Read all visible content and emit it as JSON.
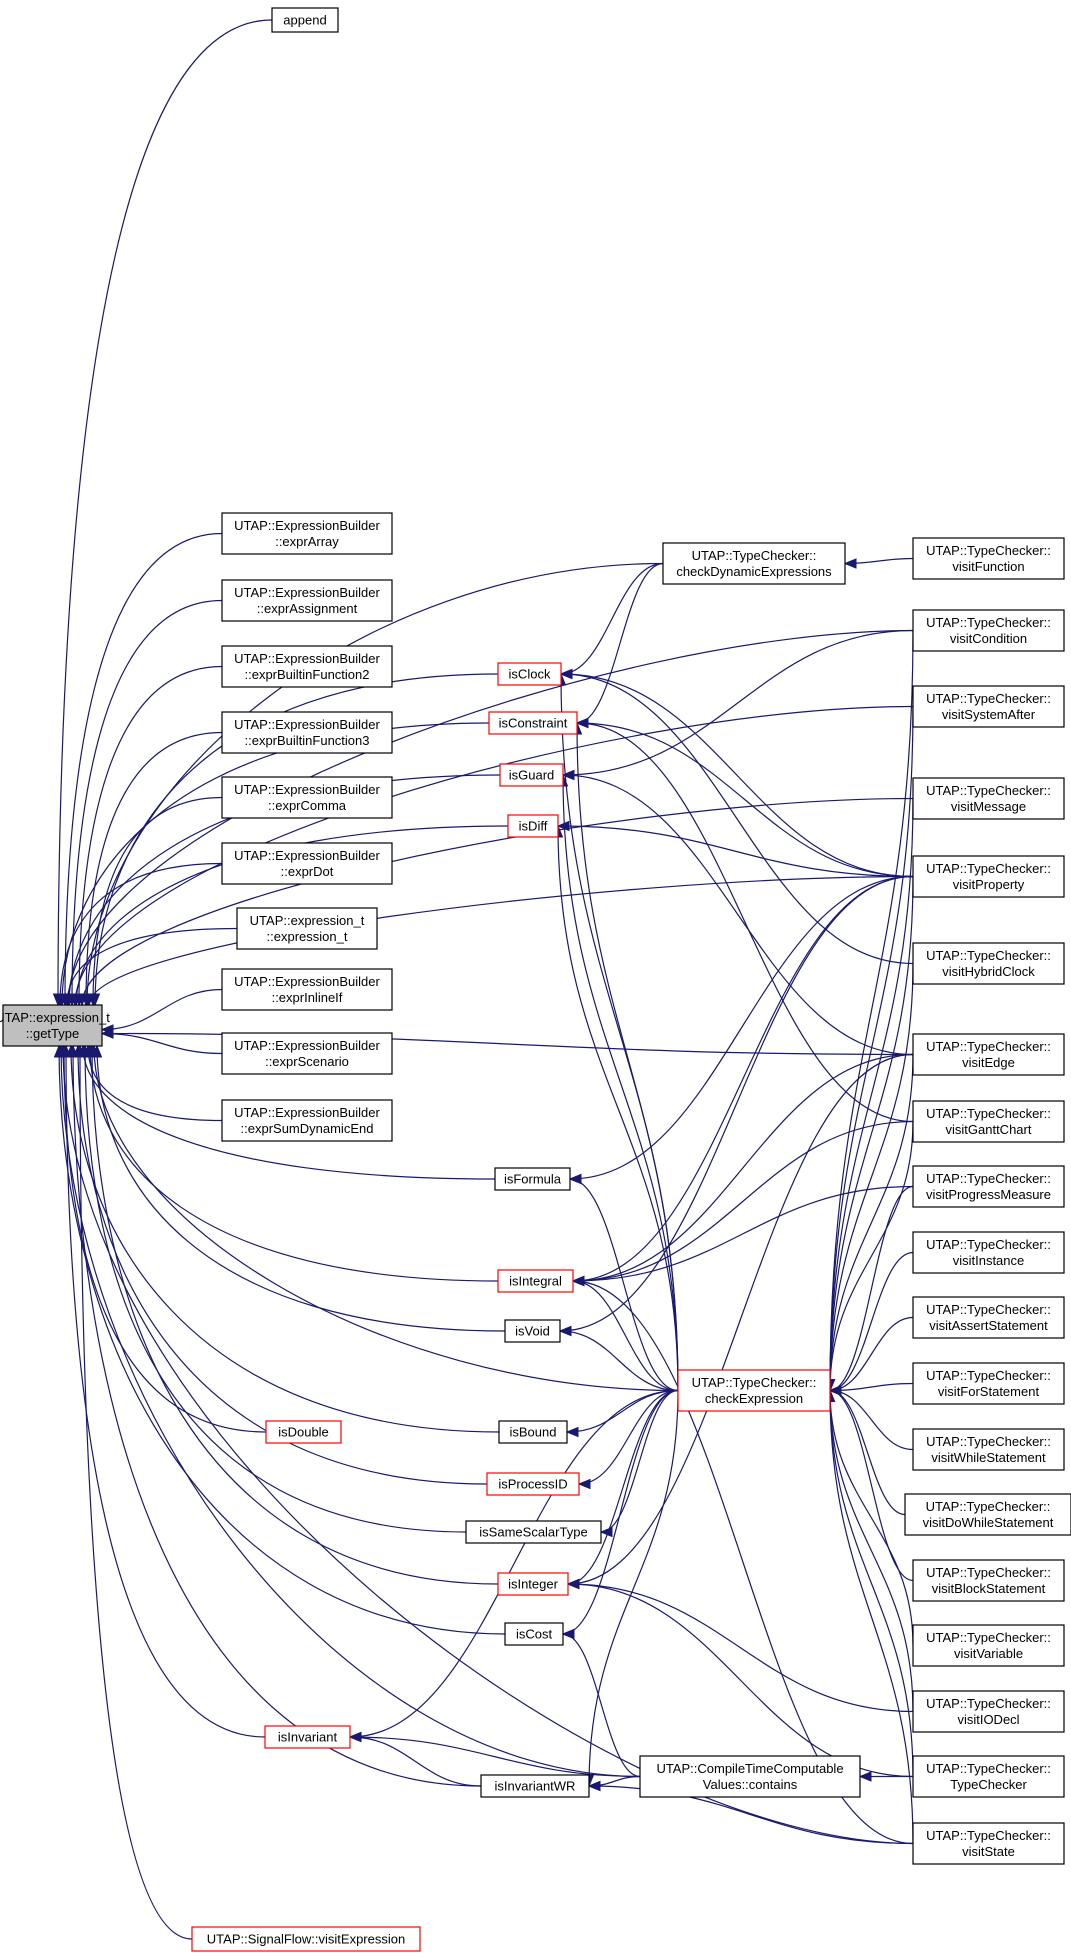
{
  "diagram": {
    "type": "call-graph",
    "root_node": "root",
    "nodes": [
      {
        "id": "root",
        "lines": [
          "UTAP::expression_t",
          "::getType"
        ],
        "style": "root"
      },
      {
        "id": "append",
        "lines": [
          "append"
        ],
        "style": "normal"
      },
      {
        "id": "exprArray",
        "lines": [
          "UTAP::ExpressionBuilder",
          "::exprArray"
        ],
        "style": "normal"
      },
      {
        "id": "exprAssignment",
        "lines": [
          "UTAP::ExpressionBuilder",
          "::exprAssignment"
        ],
        "style": "normal"
      },
      {
        "id": "exprBuiltinFunction2",
        "lines": [
          "UTAP::ExpressionBuilder",
          "::exprBuiltinFunction2"
        ],
        "style": "normal"
      },
      {
        "id": "exprBuiltinFunction3",
        "lines": [
          "UTAP::ExpressionBuilder",
          "::exprBuiltinFunction3"
        ],
        "style": "normal"
      },
      {
        "id": "exprComma",
        "lines": [
          "UTAP::ExpressionBuilder",
          "::exprComma"
        ],
        "style": "normal"
      },
      {
        "id": "exprDot",
        "lines": [
          "UTAP::ExpressionBuilder",
          "::exprDot"
        ],
        "style": "normal"
      },
      {
        "id": "expression_t",
        "lines": [
          "UTAP::expression_t",
          "::expression_t"
        ],
        "style": "normal"
      },
      {
        "id": "exprInlineIf",
        "lines": [
          "UTAP::ExpressionBuilder",
          "::exprInlineIf"
        ],
        "style": "normal"
      },
      {
        "id": "exprScenario",
        "lines": [
          "UTAP::ExpressionBuilder",
          "::exprScenario"
        ],
        "style": "normal"
      },
      {
        "id": "exprSumDynamicEnd",
        "lines": [
          "UTAP::ExpressionBuilder",
          "::exprSumDynamicEnd"
        ],
        "style": "normal"
      },
      {
        "id": "isClock",
        "lines": [
          "isClock"
        ],
        "style": "red"
      },
      {
        "id": "isConstraint",
        "lines": [
          "isConstraint"
        ],
        "style": "red"
      },
      {
        "id": "isGuard",
        "lines": [
          "isGuard"
        ],
        "style": "red"
      },
      {
        "id": "isDiff",
        "lines": [
          "isDiff"
        ],
        "style": "red"
      },
      {
        "id": "isFormula",
        "lines": [
          "isFormula"
        ],
        "style": "normal"
      },
      {
        "id": "isIntegral",
        "lines": [
          "isIntegral"
        ],
        "style": "red"
      },
      {
        "id": "isVoid",
        "lines": [
          "isVoid"
        ],
        "style": "normal"
      },
      {
        "id": "isDouble",
        "lines": [
          "isDouble"
        ],
        "style": "red"
      },
      {
        "id": "isBound",
        "lines": [
          "isBound"
        ],
        "style": "normal"
      },
      {
        "id": "isProcessID",
        "lines": [
          "isProcessID"
        ],
        "style": "red"
      },
      {
        "id": "isSameScalarType",
        "lines": [
          "isSameScalarType"
        ],
        "style": "normal"
      },
      {
        "id": "isInteger",
        "lines": [
          "isInteger"
        ],
        "style": "red"
      },
      {
        "id": "isCost",
        "lines": [
          "isCost"
        ],
        "style": "normal"
      },
      {
        "id": "isInvariant",
        "lines": [
          "isInvariant"
        ],
        "style": "red"
      },
      {
        "id": "isInvariantWR",
        "lines": [
          "isInvariantWR"
        ],
        "style": "normal"
      },
      {
        "id": "visitExpression",
        "lines": [
          "UTAP::SignalFlow::visitExpression"
        ],
        "style": "red"
      },
      {
        "id": "checkDynamicExpressions",
        "lines": [
          "UTAP::TypeChecker::",
          "checkDynamicExpressions"
        ],
        "style": "normal"
      },
      {
        "id": "checkExpression",
        "lines": [
          "UTAP::TypeChecker::",
          "checkExpression"
        ],
        "style": "red"
      },
      {
        "id": "contains",
        "lines": [
          "UTAP::CompileTimeComputable",
          "Values::contains"
        ],
        "style": "normal"
      },
      {
        "id": "visitFunction",
        "lines": [
          "UTAP::TypeChecker::",
          "visitFunction"
        ],
        "style": "normal"
      },
      {
        "id": "visitCondition",
        "lines": [
          "UTAP::TypeChecker::",
          "visitCondition"
        ],
        "style": "normal"
      },
      {
        "id": "visitSystemAfter",
        "lines": [
          "UTAP::TypeChecker::",
          "visitSystemAfter"
        ],
        "style": "normal"
      },
      {
        "id": "visitMessage",
        "lines": [
          "UTAP::TypeChecker::",
          "visitMessage"
        ],
        "style": "normal"
      },
      {
        "id": "visitProperty",
        "lines": [
          "UTAP::TypeChecker::",
          "visitProperty"
        ],
        "style": "normal"
      },
      {
        "id": "visitHybridClock",
        "lines": [
          "UTAP::TypeChecker::",
          "visitHybridClock"
        ],
        "style": "normal"
      },
      {
        "id": "visitEdge",
        "lines": [
          "UTAP::TypeChecker::",
          "visitEdge"
        ],
        "style": "normal"
      },
      {
        "id": "visitGanttChart",
        "lines": [
          "UTAP::TypeChecker::",
          "visitGanttChart"
        ],
        "style": "normal"
      },
      {
        "id": "visitProgressMeasure",
        "lines": [
          "UTAP::TypeChecker::",
          "visitProgressMeasure"
        ],
        "style": "normal"
      },
      {
        "id": "visitInstance",
        "lines": [
          "UTAP::TypeChecker::",
          "visitInstance"
        ],
        "style": "normal"
      },
      {
        "id": "visitAssertStatement",
        "lines": [
          "UTAP::TypeChecker::",
          "visitAssertStatement"
        ],
        "style": "normal"
      },
      {
        "id": "visitForStatement",
        "lines": [
          "UTAP::TypeChecker::",
          "visitForStatement"
        ],
        "style": "normal"
      },
      {
        "id": "visitWhileStatement",
        "lines": [
          "UTAP::TypeChecker::",
          "visitWhileStatement"
        ],
        "style": "normal"
      },
      {
        "id": "visitDoWhileStatement",
        "lines": [
          "UTAP::TypeChecker::",
          "visitDoWhileStatement"
        ],
        "style": "normal"
      },
      {
        "id": "visitBlockStatement",
        "lines": [
          "UTAP::TypeChecker::",
          "visitBlockStatement"
        ],
        "style": "normal"
      },
      {
        "id": "visitVariable",
        "lines": [
          "UTAP::TypeChecker::",
          "visitVariable"
        ],
        "style": "normal"
      },
      {
        "id": "visitIODecl",
        "lines": [
          "UTAP::TypeChecker::",
          "visitIODecl"
        ],
        "style": "normal"
      },
      {
        "id": "TypeChecker",
        "lines": [
          "UTAP::TypeChecker::",
          "TypeChecker"
        ],
        "style": "normal"
      },
      {
        "id": "visitState",
        "lines": [
          "UTAP::TypeChecker::",
          "visitState"
        ],
        "style": "normal"
      }
    ],
    "edges": [
      {
        "from": "append",
        "to": "root"
      },
      {
        "from": "exprArray",
        "to": "root"
      },
      {
        "from": "exprAssignment",
        "to": "root"
      },
      {
        "from": "exprBuiltinFunction2",
        "to": "root"
      },
      {
        "from": "exprBuiltinFunction3",
        "to": "root"
      },
      {
        "from": "exprComma",
        "to": "root"
      },
      {
        "from": "exprDot",
        "to": "root"
      },
      {
        "from": "expression_t",
        "to": "root"
      },
      {
        "from": "exprInlineIf",
        "to": "root"
      },
      {
        "from": "exprScenario",
        "to": "root"
      },
      {
        "from": "exprSumDynamicEnd",
        "to": "root"
      },
      {
        "from": "isClock",
        "to": "root"
      },
      {
        "from": "isConstraint",
        "to": "root"
      },
      {
        "from": "isGuard",
        "to": "root"
      },
      {
        "from": "isDiff",
        "to": "root"
      },
      {
        "from": "isFormula",
        "to": "root"
      },
      {
        "from": "isIntegral",
        "to": "root"
      },
      {
        "from": "isVoid",
        "to": "root"
      },
      {
        "from": "isDouble",
        "to": "root"
      },
      {
        "from": "isBound",
        "to": "root"
      },
      {
        "from": "isProcessID",
        "to": "root"
      },
      {
        "from": "isSameScalarType",
        "to": "root"
      },
      {
        "from": "isInteger",
        "to": "root"
      },
      {
        "from": "isCost",
        "to": "root"
      },
      {
        "from": "isInvariant",
        "to": "root"
      },
      {
        "from": "isInvariantWR",
        "to": "root"
      },
      {
        "from": "visitExpression",
        "to": "root"
      },
      {
        "from": "checkDynamicExpressions",
        "to": "root"
      },
      {
        "from": "checkExpression",
        "to": "root"
      },
      {
        "from": "contains",
        "to": "root"
      },
      {
        "from": "visitCondition",
        "to": "root"
      },
      {
        "from": "visitSystemAfter",
        "to": "root"
      },
      {
        "from": "visitMessage",
        "to": "root"
      },
      {
        "from": "visitProperty",
        "to": "root"
      },
      {
        "from": "visitEdge",
        "to": "root"
      },
      {
        "from": "visitState",
        "to": "root"
      },
      {
        "from": "visitFunction",
        "to": "checkDynamicExpressions"
      },
      {
        "from": "checkDynamicExpressions",
        "to": "isClock"
      },
      {
        "from": "checkDynamicExpressions",
        "to": "isConstraint"
      },
      {
        "from": "visitProperty",
        "to": "isClock"
      },
      {
        "from": "visitHybridClock",
        "to": "isClock"
      },
      {
        "from": "checkExpression",
        "to": "isClock"
      },
      {
        "from": "visitCondition",
        "to": "isGuard"
      },
      {
        "from": "visitProperty",
        "to": "isConstraint"
      },
      {
        "from": "visitGanttChart",
        "to": "isConstraint"
      },
      {
        "from": "checkExpression",
        "to": "isConstraint"
      },
      {
        "from": "visitEdge",
        "to": "isGuard"
      },
      {
        "from": "checkExpression",
        "to": "isGuard"
      },
      {
        "from": "visitProperty",
        "to": "isDiff"
      },
      {
        "from": "checkExpression",
        "to": "isDiff"
      },
      {
        "from": "visitProperty",
        "to": "isFormula"
      },
      {
        "from": "checkExpression",
        "to": "isFormula"
      },
      {
        "from": "visitProperty",
        "to": "isIntegral"
      },
      {
        "from": "visitEdge",
        "to": "isIntegral"
      },
      {
        "from": "visitGanttChart",
        "to": "isIntegral"
      },
      {
        "from": "visitProgressMeasure",
        "to": "isIntegral"
      },
      {
        "from": "checkExpression",
        "to": "isIntegral"
      },
      {
        "from": "visitState",
        "to": "isIntegral"
      },
      {
        "from": "visitProperty",
        "to": "isVoid"
      },
      {
        "from": "checkExpression",
        "to": "isVoid"
      },
      {
        "from": "checkExpression",
        "to": "isBound"
      },
      {
        "from": "checkExpression",
        "to": "isProcessID"
      },
      {
        "from": "checkExpression",
        "to": "isSameScalarType"
      },
      {
        "from": "checkExpression",
        "to": "isInteger"
      },
      {
        "from": "visitEdge",
        "to": "isInteger"
      },
      {
        "from": "visitIODecl",
        "to": "isInteger"
      },
      {
        "from": "TypeChecker",
        "to": "isInteger"
      },
      {
        "from": "contains",
        "to": "isCost"
      },
      {
        "from": "checkExpression",
        "to": "isCost"
      },
      {
        "from": "checkExpression",
        "to": "isInvariant"
      },
      {
        "from": "contains",
        "to": "isInvariant"
      },
      {
        "from": "isInvariantWR",
        "to": "isInvariant"
      },
      {
        "from": "contains",
        "to": "isInvariantWR"
      },
      {
        "from": "visitState",
        "to": "isInvariantWR"
      },
      {
        "from": "checkExpression",
        "to": "isInvariantWR"
      },
      {
        "from": "TypeChecker",
        "to": "contains"
      },
      {
        "from": "visitCondition",
        "to": "checkExpression"
      },
      {
        "from": "visitSystemAfter",
        "to": "checkExpression"
      },
      {
        "from": "visitMessage",
        "to": "checkExpression"
      },
      {
        "from": "visitProperty",
        "to": "checkExpression"
      },
      {
        "from": "visitHybridClock",
        "to": "checkExpression"
      },
      {
        "from": "visitEdge",
        "to": "checkExpression"
      },
      {
        "from": "visitGanttChart",
        "to": "checkExpression"
      },
      {
        "from": "visitProgressMeasure",
        "to": "checkExpression"
      },
      {
        "from": "visitInstance",
        "to": "checkExpression"
      },
      {
        "from": "visitAssertStatement",
        "to": "checkExpression"
      },
      {
        "from": "visitForStatement",
        "to": "checkExpression"
      },
      {
        "from": "visitWhileStatement",
        "to": "checkExpression"
      },
      {
        "from": "visitDoWhileStatement",
        "to": "checkExpression"
      },
      {
        "from": "visitBlockStatement",
        "to": "checkExpression"
      },
      {
        "from": "visitVariable",
        "to": "checkExpression"
      },
      {
        "from": "visitIODecl",
        "to": "checkExpression"
      },
      {
        "from": "TypeChecker",
        "to": "checkExpression"
      },
      {
        "from": "visitState",
        "to": "checkExpression"
      }
    ]
  }
}
